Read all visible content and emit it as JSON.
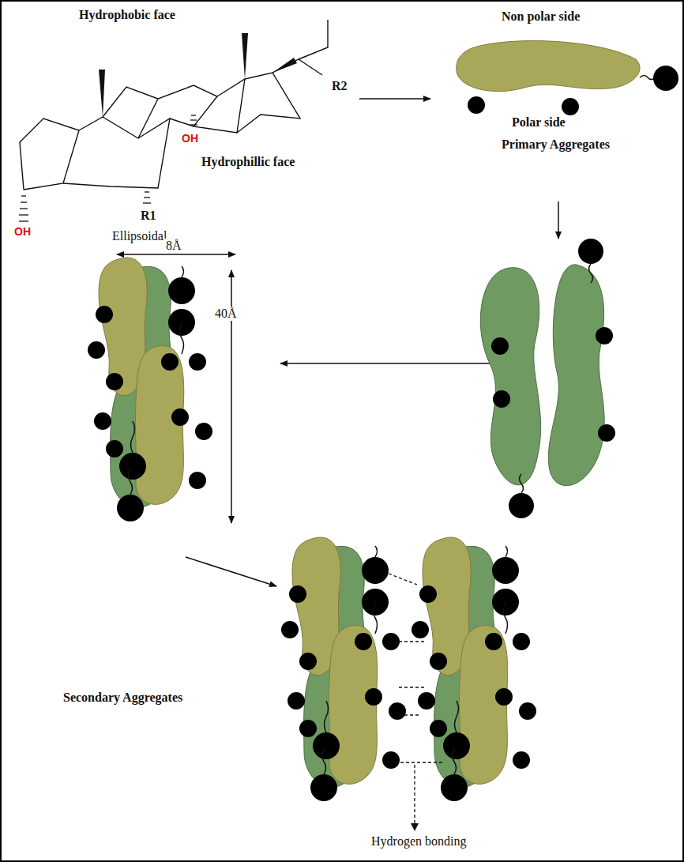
{
  "diagram": {
    "labels": [
      "Hydrophobic face",
      "Non polar side",
      "OH",
      "Hydrophillic face",
      "R2",
      "R1",
      "OH",
      "Polar side",
      "Primary Aggregates",
      "Ellipsoidal",
      "8Å",
      "40Å",
      "Secondary Aggregates",
      "Hydrogen bonding"
    ]
  }
}
